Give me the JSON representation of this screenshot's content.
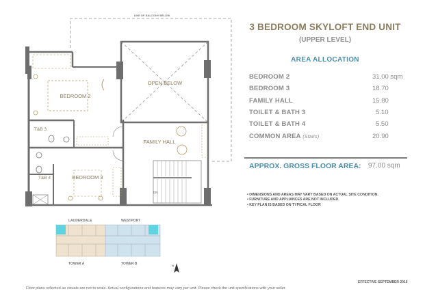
{
  "header": {
    "title": "3 BEDROOM SKYLOFT END UNIT",
    "subtitle": "(UPPER LEVEL)"
  },
  "area_allocation": {
    "heading": "AREA ALLOCATION",
    "rows": [
      {
        "label": "BEDROOM 2",
        "note": "",
        "value": "31.00 sqm"
      },
      {
        "label": "BEDROOM 3",
        "note": "",
        "value": "18.70"
      },
      {
        "label": "FAMILY HALL",
        "note": "",
        "value": "15.80"
      },
      {
        "label": "TOILET & BATH 3",
        "note": "",
        "value": " 5.10"
      },
      {
        "label": "TOILET & BATH 4",
        "note": "",
        "value": " 5.50"
      },
      {
        "label": "COMMON AREA ",
        "note": "(Stairs)",
        "value": "20.90"
      }
    ]
  },
  "gross_floor_area": {
    "label": "APPROX. GROSS FLOOR AREA:",
    "value": "97.00 sqm"
  },
  "notes": [
    "• DIMENSIONS AND AREAS MAY VARY BASED ON ACTUAL SITE CONDITION.",
    "• FURNITURE AND APPLIANCES ARE NOT INCLUDED.",
    "• KEY PLAN IS BASED ON TYPICAL FLOOR"
  ],
  "floor_plan": {
    "balcony_line_label": "LINE OF BALCONY BELOW",
    "rooms": {
      "bedroom2": "BEDROOM 2",
      "open_below": "OPEN BELOW",
      "tb3": "T&B 3",
      "tb4": "T&B 4",
      "family_hall": "FAMILY HALL",
      "bedroom3": "BEDROOM 3",
      "stairs_dn": "DN"
    },
    "colors": {
      "wall": "#6e6e6e",
      "furniture": "#b59a62",
      "room_label": "#8a7a5c"
    }
  },
  "key_plan": {
    "top_left": "LAUDERDALE",
    "top_right": "WESTPORT",
    "bottom_left": "TOWER A",
    "bottom_right": "TOWER B",
    "colors": {
      "tower_a": "#efe3cf",
      "tower_b": "#cfe3ef",
      "highlight": "#5fd3e0"
    }
  },
  "compass": {
    "label": "N"
  },
  "footer": {
    "effective": "EFFECTIVE SEPTEMBER 2016",
    "disclaimer": "Floor plans reflected as visuals are not to scale. Actual configurations and features may vary per unit. Please check the unit specifications with your seller."
  }
}
